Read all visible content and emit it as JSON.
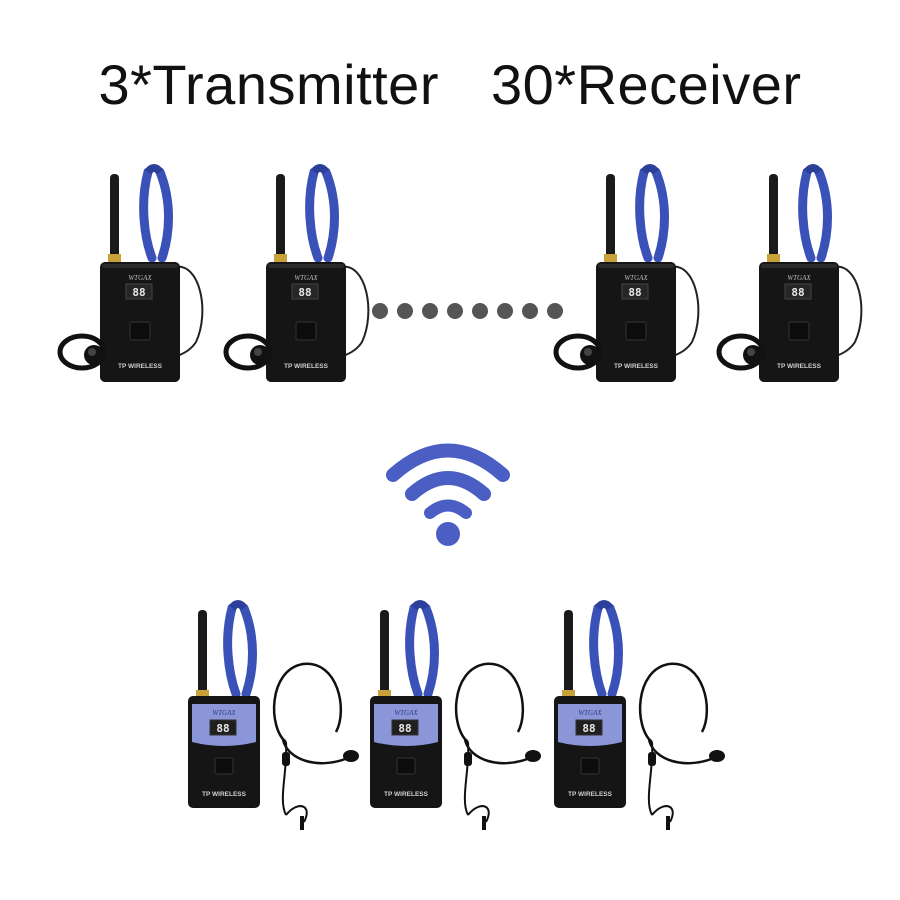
{
  "title": {
    "transmitter_text": "3*Transmitter",
    "receiver_text": "30*Receiver"
  },
  "device": {
    "display_text": "88",
    "brand_text": "TP WIRELESS",
    "top_logo_text": "WTGAX"
  },
  "receivers_shown": 4,
  "transmitters_shown": 3,
  "ellipsis_dot_count": 8,
  "colors": {
    "device_body": "#151515",
    "lanyard": "#3a52b8",
    "wifi": "#4a5ec4",
    "dots": "#555555",
    "tx_panel": "#8a96d8"
  },
  "icons": {
    "wireless": "wifi-icon",
    "receiver_earpiece": "earhook-earphone-icon",
    "transmitter_mic": "headset-microphone-icon"
  }
}
